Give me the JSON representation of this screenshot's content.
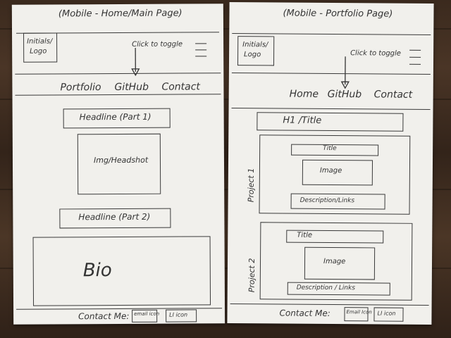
{
  "left": {
    "header": "(Mobile - Home/Main Page)",
    "logo": [
      "Initials/",
      "Logo"
    ],
    "toggle_note": "Click to toggle",
    "nav": [
      "Portfolio",
      "GitHub",
      "Contact"
    ],
    "headline1": "Headline (Part 1)",
    "headshot": "Img/Headshot",
    "headline2": "Headline (Part 2)",
    "bio": "Bio",
    "footer": {
      "label": "Contact Me:",
      "email_icon": "email icon",
      "li_icon": "LI icon"
    }
  },
  "right": {
    "header": "(Mobile - Portfolio Page)",
    "logo": [
      "Initials/",
      "Logo"
    ],
    "toggle_note": "Click to toggle",
    "nav": [
      "Home",
      "GitHub",
      "Contact"
    ],
    "title": "H1 /Title",
    "projects": [
      {
        "label": "Project 1",
        "title": "Title",
        "image": "Image",
        "desc": "Description/Links"
      },
      {
        "label": "Project 2",
        "title": "Title",
        "image": "Image",
        "desc": "Description / Links"
      }
    ],
    "footer": {
      "label": "Contact Me:",
      "email_icon": "Email Icon",
      "li_icon": "LI icon"
    }
  }
}
